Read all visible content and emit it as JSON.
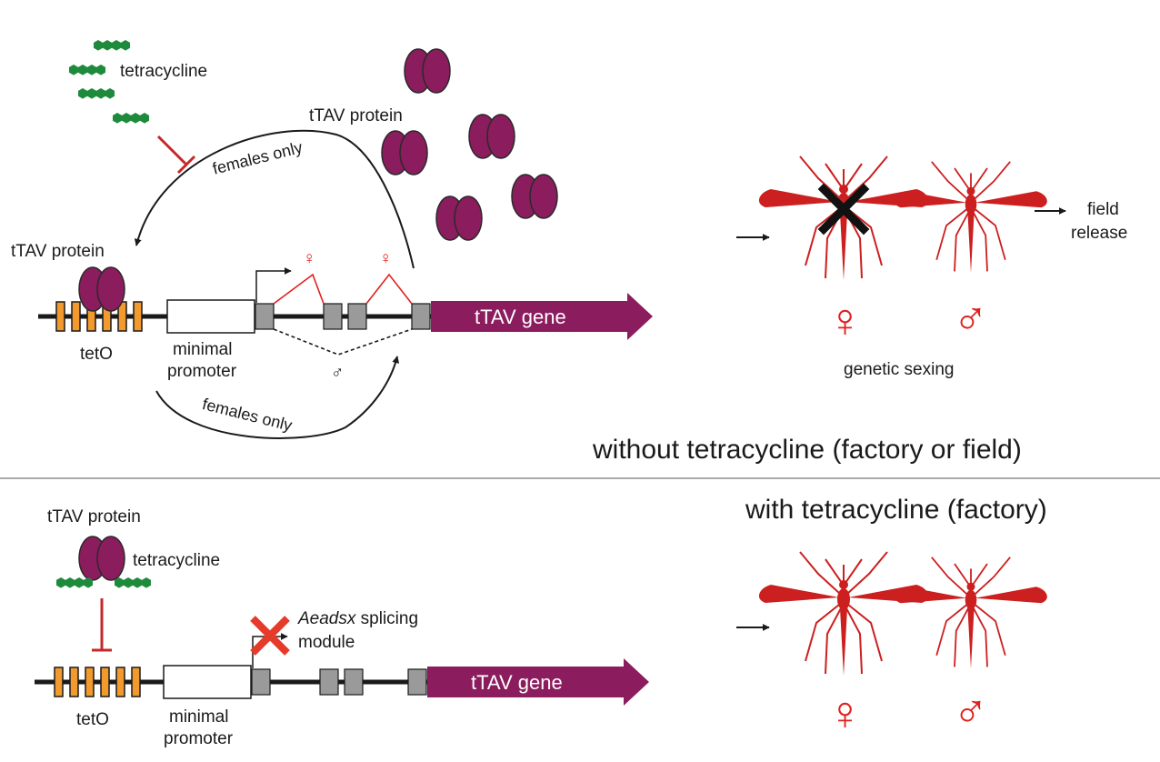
{
  "labels": {
    "tetracycline_top": "tetracycline",
    "ttav_protein_free": "tTAV protein",
    "ttav_protein_bound": "tTAV protein",
    "females_only_top": "females only",
    "females_only_bottom": "females only",
    "teto_top": "tetO",
    "minimal_top": "minimal",
    "promoter_top": "promoter",
    "gene_top": "tTAV gene",
    "female_splice_1": "♀",
    "female_splice_2": "♀",
    "male_splice": "♂",
    "female_sex_top": "♀",
    "male_sex_top": "♂",
    "field_release_1": "field",
    "field_release_2": "release",
    "genetic_sexing": "genetic sexing",
    "condition_without": "without tetracycline (factory or field)",
    "condition_with": "with tetracycline (factory)",
    "ttav_protein_bottom": "tTAV protein",
    "tetracycline_bottom": "tetracycline",
    "splicing_module_italic": "Aeadsx",
    "splicing_module_1": " splicing",
    "splicing_module_2": "module",
    "teto_bottom": "tetO",
    "minimal_bottom": "minimal",
    "promoter_bottom": "promoter",
    "gene_bottom": "tTAV gene",
    "female_sex_bottom": "♀",
    "male_sex_bottom": "♂"
  },
  "colors": {
    "protein": "#8b1c5e",
    "tetracycline": "#1e8a3c",
    "teto": "#f29a2e",
    "exon": "#9a9a9a",
    "gene_arrow": "#8b1c5e",
    "mosquito": "#cc1f1f",
    "splice_female": "#e0201c",
    "inhibit": "#c62828",
    "block_x": "#e53b2a"
  },
  "icons": [
    "tetracycline-molecule-icon",
    "ttav-protein-icon",
    "mosquito-female-icon",
    "mosquito-male-icon",
    "cross-icon"
  ]
}
